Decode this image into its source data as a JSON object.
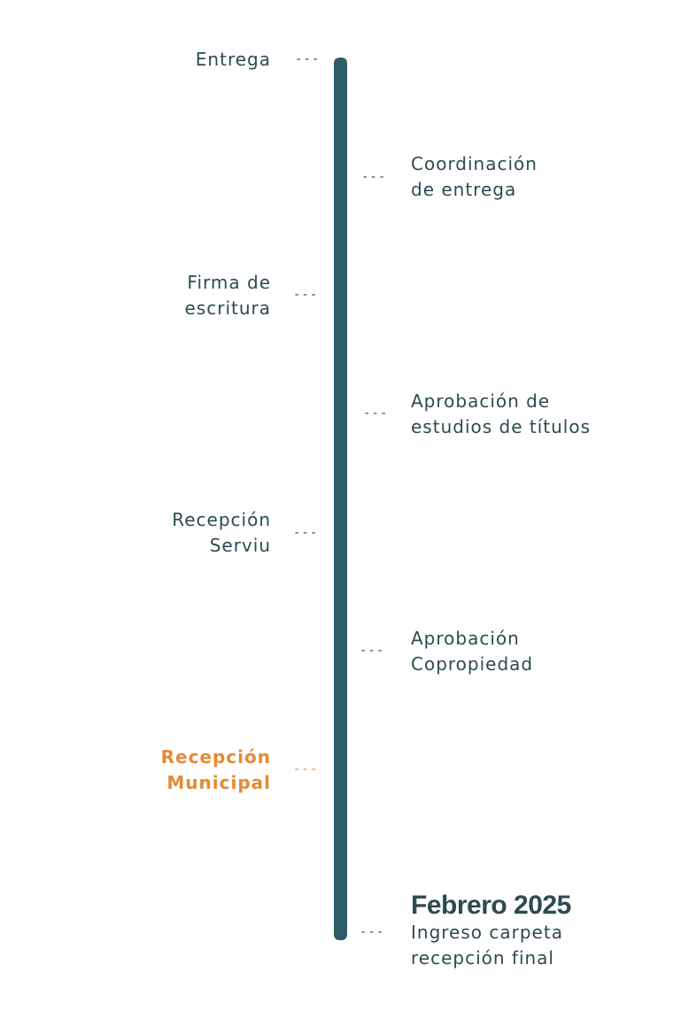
{
  "colors": {
    "bar": "#2d5d67",
    "text": "#2d4a52",
    "active": "#e58a35"
  },
  "connector": "---",
  "steps": [
    {
      "lines": [
        "Entrega"
      ],
      "side": "left",
      "status": "pending"
    },
    {
      "lines": [
        "Coordinación",
        "de entrega"
      ],
      "side": "right",
      "status": "pending"
    },
    {
      "lines": [
        "Firma de",
        "escritura"
      ],
      "side": "left",
      "status": "pending"
    },
    {
      "lines": [
        "Aprobación de",
        "estudios de títulos"
      ],
      "side": "right",
      "status": "pending"
    },
    {
      "lines": [
        "Recepción",
        "Serviu"
      ],
      "side": "left",
      "status": "pending"
    },
    {
      "lines": [
        "Aprobación",
        "Copropiedad"
      ],
      "side": "right",
      "status": "pending"
    },
    {
      "lines": [
        "Recepción",
        "Municipal"
      ],
      "side": "left",
      "status": "current"
    },
    {
      "date": "Febrero 2025",
      "lines": [
        "Ingreso carpeta",
        "recepción final"
      ],
      "side": "right",
      "status": "done"
    }
  ]
}
